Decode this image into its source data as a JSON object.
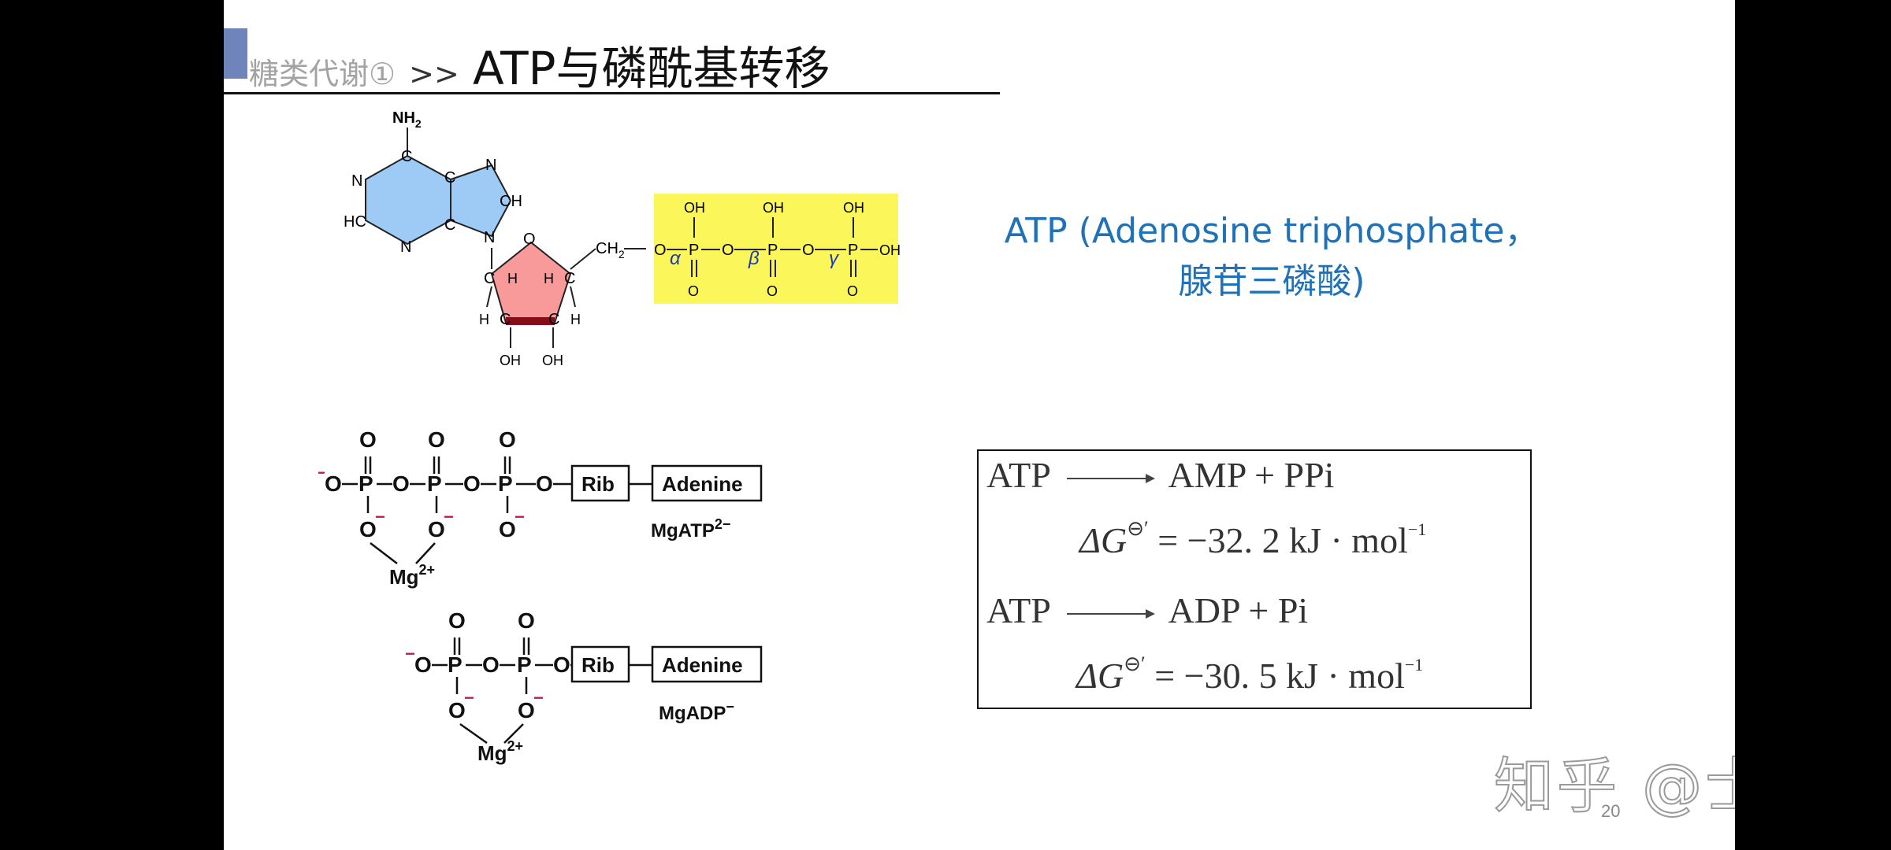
{
  "header": {
    "crumb": "糖类代谢①",
    "separator": ">>",
    "title": "ATP与磷酰基转移"
  },
  "atp_structure": {
    "amino": "NH",
    "amino_sub": "2",
    "ring_atoms": {
      "N": "N",
      "C": "C",
      "HC": "HC",
      "CH": "CH",
      "H": "H",
      "O": "O",
      "CH2": "CH",
      "CH2_sub": "2",
      "OH": "OH"
    },
    "phosphate_labels": {
      "P": "P",
      "O": "O",
      "OH": "OH"
    },
    "greek": [
      "α",
      "β",
      "γ"
    ],
    "colors": {
      "adenine": "#9ecbf5",
      "ribose": "#f89a9a",
      "ribose_bond": "#8a0c1a",
      "phosphate_highlight": "#fbf65a",
      "greek": "#1c3bb5"
    }
  },
  "caption": {
    "line1": "ATP (Adenosine triphosphate，",
    "line2": "腺苷三磷酸)",
    "color": "#1f72b8"
  },
  "mg_complexes": {
    "atom_O": "O",
    "atom_P": "P",
    "minus": "−",
    "rib": "Rib",
    "adenine": "Adenine",
    "mg": "Mg",
    "mg_charge": "2+",
    "mgatp": "MgATP",
    "mgatp_charge": "2−",
    "mgadp": "MgADP",
    "mgadp_charge": "−",
    "charge_color": "#c2185b"
  },
  "equations": [
    {
      "lhs": "ATP",
      "rhs": "AMP + PPi",
      "dg_prefix": "ΔG",
      "dg_sup": "⊖′",
      "dg_value": "= −32. 2 kJ · mol",
      "dg_unit_sup": "−1"
    },
    {
      "lhs": "ATP",
      "rhs": "ADP + Pi",
      "dg_prefix": "ΔG",
      "dg_sup": "⊖′",
      "dg_value": "= −30. 5 kJ · mol",
      "dg_unit_sup": "−1"
    }
  ],
  "watermark": "知乎 @士博士",
  "page_number": "20"
}
